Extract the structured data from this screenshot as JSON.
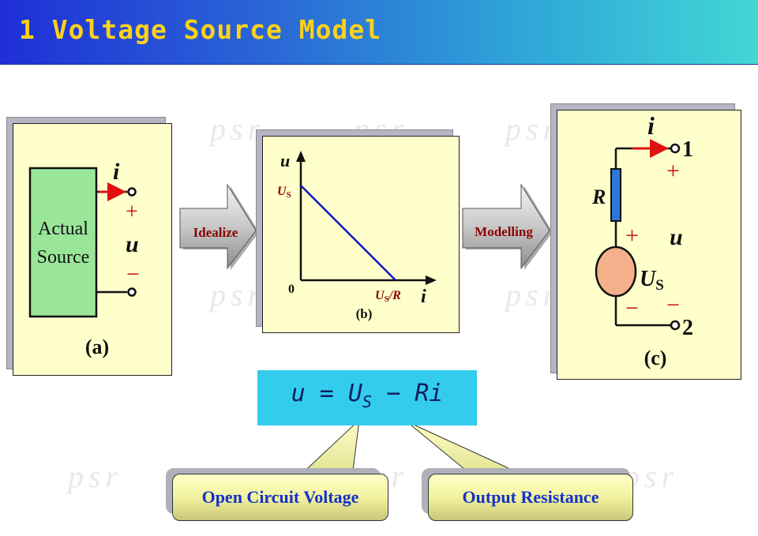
{
  "header": {
    "title": "1 Voltage Source Model"
  },
  "watermark": "psr",
  "panel_a": {
    "box_label_line1": "Actual",
    "box_label_line2": "Source",
    "current": "i",
    "plus": "+",
    "voltage": "u",
    "minus": "−",
    "caption": "(a)"
  },
  "arrow_idealize": {
    "label": "Idealize"
  },
  "panel_b": {
    "y_axis": "u",
    "x_axis": "i",
    "y_intercept": "U",
    "y_intercept_sub": "S",
    "origin": "0",
    "x_intercept": "U",
    "x_intercept_sub": "S",
    "x_intercept_tail": "/R",
    "caption": "(b)"
  },
  "arrow_modelling": {
    "label": "Modelling"
  },
  "panel_c": {
    "current": "i",
    "terminal_1": "1",
    "terminal_2": "2",
    "plus_top": "+",
    "resistor": "R",
    "source_plus": "+",
    "voltage": "u",
    "source": "U",
    "source_sub": "S",
    "source_minus": "−",
    "minus_bottom": "−",
    "caption": "(c)"
  },
  "formula": {
    "lhs": "u = U",
    "sub": "S",
    "rhs": " − Ri"
  },
  "callouts": {
    "left": "Open Circuit Voltage",
    "right": "Output Resistance"
  },
  "colors": {
    "panel_fill": "#ffffcc",
    "source_box": "#99e699",
    "current_arrow": "#e01010",
    "line_blue": "#1414c8",
    "label_red": "#8b0000",
    "source_circle": "#f4b08a",
    "resistor_blue": "#2f76d8",
    "formula_bg": "#33ccee",
    "callout_text": "#1432c8"
  }
}
